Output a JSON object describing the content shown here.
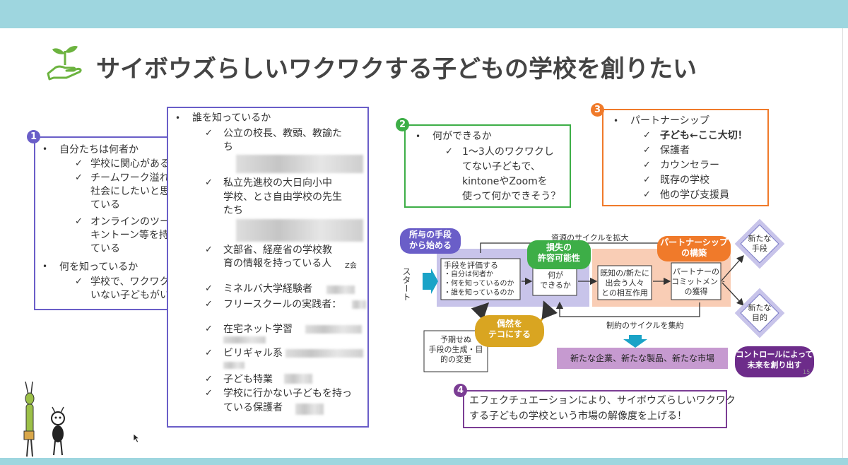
{
  "title": "サイボウズらしいワクワクする子どもの学校を創りたい",
  "box1": {
    "number": "1",
    "items": [
      {
        "text": "自分たちは何者か",
        "level": 0
      },
      {
        "text": "学校に関心がある",
        "level": 1
      },
      {
        "text": "チームワーク溢れる",
        "level": 1
      },
      {
        "text": "社会にしたいと思っ",
        "level": 2
      },
      {
        "text": "ている",
        "level": 2
      },
      {
        "text": "オンラインのツール、",
        "level": 1
      },
      {
        "text": "キントーン等を持っ",
        "level": 2
      },
      {
        "text": "ている",
        "level": 2
      },
      {
        "text": "何を知っているか",
        "level": 0
      },
      {
        "text": "学校で、ワクワクして",
        "level": 1
      },
      {
        "text": "いない子どもがいる",
        "level": 2
      }
    ]
  },
  "box2": {
    "head": "誰を知っているか",
    "lines": [
      "公立の校長、教頭、教諭た",
      "ち",
      "私立先進校の大日向小中",
      "学校、とさ自由学校の先生",
      "たち",
      "文部省、経産省の学校教",
      "育の情報を持っている人",
      "Z会",
      "ミネルバ大学経験者",
      "フリースクールの実践者：",
      "在宅ネット学習",
      "ビリギャル系",
      "子ども特業",
      "学校に行かない子どもを持っ",
      "ている保護者"
    ]
  },
  "box3": {
    "number": "2",
    "head": "何ができるか",
    "lines": [
      "1～3人のワクワクし",
      "てない子どもで、",
      "kintoneやZoomを",
      "使って何かできそう？"
    ]
  },
  "box4": {
    "number": "3",
    "head": "パートナーシップ",
    "items": [
      "子ども←ここ大切！",
      "保護者",
      "カウンセラー",
      "既存の学校",
      "他の学び支援員"
    ]
  },
  "box5": {
    "number": "4",
    "lines": [
      "エフェクチュエーションにより、サイボウズらしいワクワク",
      "する子どもの学校という市場の解像度を上げる！"
    ]
  },
  "diagram": {
    "start_pill": [
      "所与の手段",
      "から始める"
    ],
    "start_label": "スタート",
    "means_box": [
      "手段を評価する",
      "・自分は何者か",
      "・何を知っているのか",
      "・誰を知っているのか"
    ],
    "loss_pill": [
      "損失の",
      "許容可能性"
    ],
    "can_do": [
      "何が",
      "できるか"
    ],
    "meet_box": [
      "既知の/新たに",
      "出会う人々",
      "との相互作用"
    ],
    "partner_pill": [
      "パートナーシップ",
      "の構築"
    ],
    "commit_box": [
      "パートナーの",
      "コミットメント",
      "の獲得"
    ],
    "new_means": [
      "新たな",
      "手段"
    ],
    "new_goal": [
      "新たな",
      "目的"
    ],
    "cycle_top": "資源のサイクルを拡大",
    "cycle_bottom": "制約のサイクルを集約",
    "chance_pill": [
      "偶然を",
      "テコにする"
    ],
    "unexpected": [
      "予期せぬ",
      "手段の生成・目",
      "的の変更"
    ],
    "market": "新たな企業、新たな製品、新たな市場",
    "control_pill": [
      "コントロールによって",
      "未来を創り出す"
    ],
    "page_no": "15"
  },
  "colors": {
    "bar": "#9ed6df",
    "purple": "#6a5ec8",
    "green": "#3dae47",
    "orange": "#f07a2a",
    "gold": "#d9a521",
    "violet": "#7b3d94"
  },
  "icons": {
    "title": "plant-in-hand-icon",
    "check": "check-icon"
  }
}
